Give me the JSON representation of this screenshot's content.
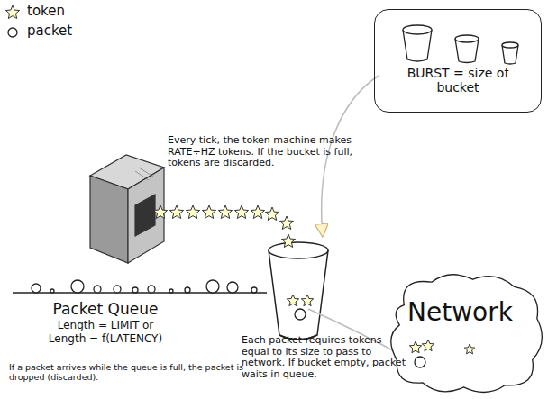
{
  "diagram": {
    "nodes": [
      {
        "text": [
          "BURST = size of bucket"
        ]
      },
      {
        "text": [
          "Network"
        ]
      }
    ],
    "labels": [
      "Every tick, the token machine makes RATE÷HZ tokens. If the bucket is full, tokens are discarded.",
      "Packet Queue",
      "Length = LIMIT or",
      "Length = f(LATENCY)",
      "If a packet arrives while the queue is full, the packet is dropped (discarded).",
      "Each packet requires tokens equal to its size to pass to network. If bucket empty, packet waits in queue."
    ],
    "legend": [
      {
        "text": "token"
      },
      {
        "text": "packet"
      }
    ]
  }
}
